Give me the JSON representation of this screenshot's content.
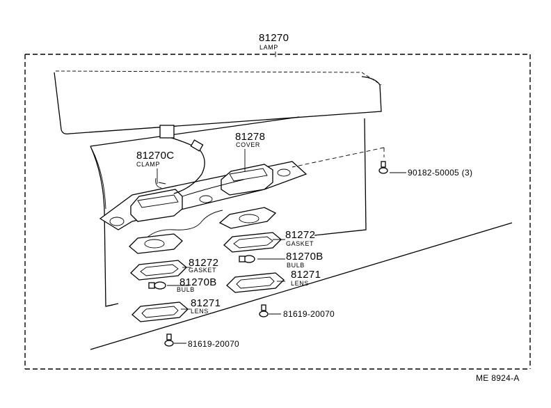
{
  "assembly": {
    "part_number": "81270",
    "name": "LAMP"
  },
  "callouts": {
    "cover": {
      "part_number": "81278",
      "name": "COVER"
    },
    "clamp": {
      "part_number": "81270C",
      "name": "CLAMP"
    },
    "screw_top": {
      "part_number": "90182-50005 (3)"
    },
    "gasket_right": {
      "part_number": "81272",
      "name": "GASKET"
    },
    "bulb_right": {
      "part_number": "81270B",
      "name": "BULB"
    },
    "gasket_left": {
      "part_number": "81272",
      "name": "GASKET"
    },
    "lens_right": {
      "part_number": "81271",
      "name": "LENS"
    },
    "bulb_left": {
      "part_number": "81270B",
      "name": "BULB"
    },
    "lens_left": {
      "part_number": "81271",
      "name": "LENS"
    },
    "screw_mid": {
      "part_number": "81619-20070"
    },
    "screw_bottom": {
      "part_number": "81619-20070"
    }
  },
  "diagram_ref": "ME 8924-A"
}
